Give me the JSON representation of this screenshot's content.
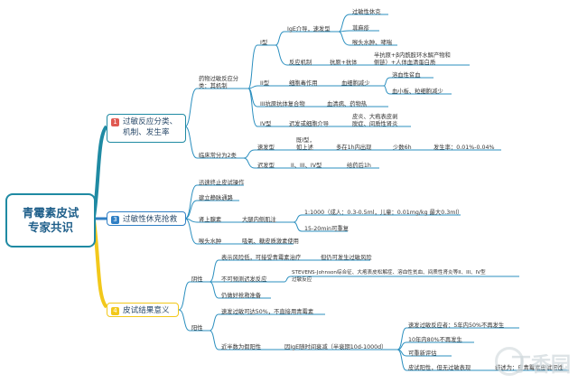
{
  "root": {
    "line1": "青霉素皮试",
    "line2": "专家共识"
  },
  "branch1": {
    "num": "1",
    "label1": "过敏反应分类、",
    "label2": "机制、发生率",
    "mech_label1": "药物过敏反应分",
    "mech_label2": "类：其机制",
    "type1": "I型",
    "ige": "IgE介导，速发型",
    "ige_items": [
      "过敏性休克",
      "荨麻疹",
      "喉头水肿、哮喘"
    ],
    "mech": "反应机制",
    "antigen": "抗原+抗体",
    "hapten1": "半抗原+β内酰胺环水解产物和",
    "hapten2": "侧链）+人体血清蛋白质",
    "type2": "II型",
    "cyto": "细胞毒作用",
    "blood": "血细胞减少",
    "blood_items": [
      "溶血性贫血",
      "血小板、粒细胞减少"
    ],
    "type3": "III抗原抗体复合物",
    "serum": "血清病、药物热",
    "type4": "IV型",
    "delayed": "迟发或细胞介导",
    "derm1": "皮炎、大疱表皮剥",
    "derm2": "脱症、间质性肾炎",
    "clin": "临床常分为2类",
    "fast": "速发型",
    "fast_d1": "既I型，",
    "fast_d2": "如上述",
    "fast_time": "多在1h内出现",
    "rare": "少数6h",
    "rate": "发生率：0.01%-0.04%",
    "late": "迟发型",
    "late_types": "II、III、IV型",
    "late_time": "给药后1h"
  },
  "branch2": {
    "num": "3",
    "label": "过敏性休克抢救",
    "items": [
      "迅速终止皮试操作",
      "建立静脉通路"
    ],
    "epi": "肾上腺素",
    "im": "大腿内侧肌注",
    "dose": "1:1000（成人：0.3-0.5ml，儿童：0.01mg/kg 最大0.3ml）",
    "repeat": "15-20min可重复",
    "larynx": "喉头水肿",
    "oxy": "吸氧、糖皮质激素使用"
  },
  "branch3": {
    "num": "4",
    "label": "皮试结果意义",
    "neg": "阴性",
    "neg1": "表示风险低，可接受青霉素治疗",
    "neg1b": "但仍可发生过敏风险",
    "neg2": "不可预测迟发反应",
    "sjs1": "STEVENS-Johnson综合征、大疱表皮松解症、溶血性贫血、间质性肾炎等II、III、IV型",
    "sjs2": "过敏反应",
    "neg3": "仍做好抢救准备",
    "pos": "阳性",
    "pos1": "速发过敏可达50%，不直接用青霉素",
    "pos2": "近半数为假阳性",
    "ige_decline": "因IgE随时间衰减（半衰期10d-1000d）",
    "p1": "速发过敏反应者：5年内50%不再发生",
    "p2": "10年内80%不再发生",
    "p3": "可重新评估",
    "p4": "皮试阳性，但无过敏表现",
    "p4b": "描述为：皮青霉素皮试阳性"
  },
  "watermark": "丁香园",
  "colors": {
    "teal": "#1f8aa3",
    "blue": "#2f7fc4",
    "yellow": "#f2c81b",
    "red": "#e05a52",
    "thin": "#2b8fbf"
  }
}
